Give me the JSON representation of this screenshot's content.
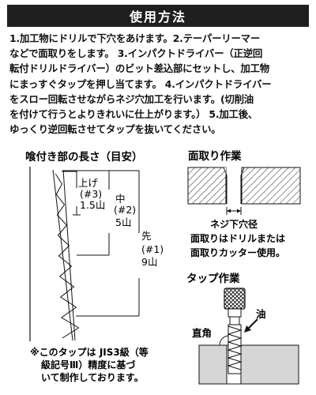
{
  "header": {
    "title": "使用方法"
  },
  "instructions": {
    "lines": [
      "1.加工物にドリルで下穴をあけます。2.テーパーリーマー",
      "などで面取りをします。 3.インパクトドライバー（正逆回",
      "転付ドリルドライバー）のビット差込部にセットし、加工物",
      "にまっすぐタップを押し当てます。 4.インパクトドライバー",
      "をスロー回転させながらネジ穴加工を行います。(切削油",
      "を付けて行うとよりきれいに仕上がります。） 5.加工後、",
      "ゆっくり逆回転させてタップを抜いてください。"
    ]
  },
  "length_diagram": {
    "title": "喰付き部の長さ（目安）",
    "labels": {
      "top": {
        "name": "上げ",
        "code": "(#3)",
        "count": "1.5山"
      },
      "middle": {
        "name": "中",
        "code": "(#2)",
        "count": "5山"
      },
      "tip": {
        "name": "先",
        "code": "(#1)",
        "count": "9山"
      }
    }
  },
  "chamfer_diagram": {
    "title": "面取り作業",
    "caption_1": "ネジ下穴径",
    "caption_2": "面取りはドリルまたは",
    "caption_3": "面取りカッター使用。"
  },
  "tap_diagram": {
    "title": "タップ作業",
    "oil_label": "油",
    "angle_label": "直角"
  },
  "note": {
    "lines": [
      "※このタップは JIS3級（等",
      "級記号Ⅲ）精度に基づ",
      "いて制作しております。"
    ]
  },
  "colors": {
    "header_bg": "#1f1f1f",
    "hatch": "#555555",
    "workpiece": "#d6d6d6"
  }
}
